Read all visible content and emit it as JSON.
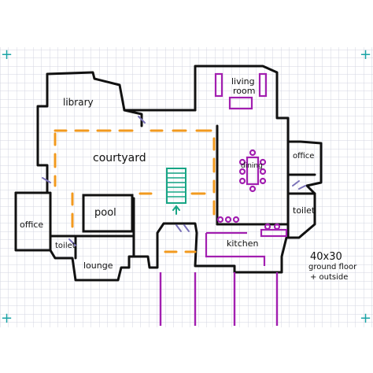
{
  "colors": {
    "grid": "#d3d5e1",
    "wall": "#111111",
    "door": "#f29a1f",
    "furniture": "#a21fb0",
    "stairs": "#17a585",
    "window": "#7a72b8",
    "page_bg": "#ffffff",
    "corner_mark": "#1aa3a6"
  },
  "rooms": {
    "library": "library",
    "living_room_line1": "living",
    "living_room_line2": "room",
    "courtyard": "courtyard",
    "dining": "dining",
    "office_left": "office",
    "office_right": "office",
    "pool": "pool",
    "toilet_left": "toilet",
    "toilet_right": "toilet",
    "lounge": "lounge",
    "kitchen": "kitchen"
  },
  "note": {
    "line1": "40x30",
    "line2": "ground floor",
    "line3": "+ outside"
  },
  "icons": {
    "stairs": "stairs-icon",
    "arrow": "arrow-up-icon",
    "corner": "crosshair-icon"
  }
}
